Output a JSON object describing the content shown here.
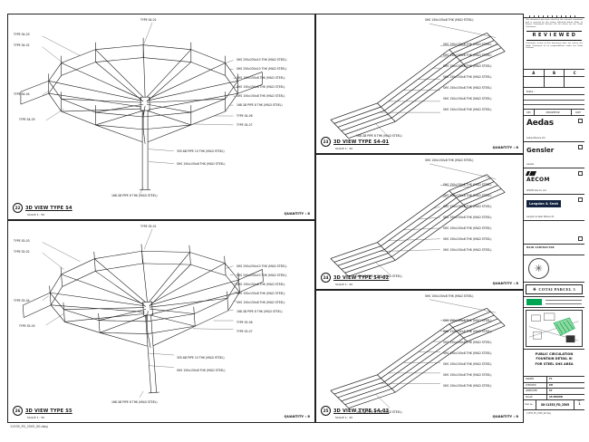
{
  "sheet": {
    "footer_note": "11535_FD_2505_SK.dwg"
  },
  "panels": [
    {
      "id": "22",
      "title": "3D VIEW TYPE S4",
      "scale": "SCALE 1 : 50",
      "quantity": "QUANTITY : 8",
      "labels": {
        "t1": "TYPE S4-01",
        "l1": "TYPE S4-03",
        "l2": "TYPE S4-02",
        "l3": "TYPE S4-04",
        "l4": "TYPE S4-05",
        "r1": "SHS 250x250x10 THK (MILD STEEL)",
        "r2": "SHS 250x250x10 THK (MILD STEEL)",
        "r3": "SHS 150x150x8 THK (MILD STEEL)",
        "r4": "SHS 150x150x8 THK (MILD STEEL)",
        "r5": "SHS 150x150x8 THK (MILD STEEL)",
        "r6": "168.3Ø PIPE 8 THK (MILD STEEL)",
        "r7": "TYPE S4-06",
        "r8": "TYPE S4-07",
        "b1": "355.6Ø PIPE 10 THK (MILD STEEL)",
        "b2": "SHS 150x150x8 THK (MILD STEEL)",
        "b3": "168.3Ø PIPE 8 THK (MILD STEEL)"
      }
    },
    {
      "id": "26",
      "title": "3D VIEW TYPE S5",
      "scale": "SCALE 1 : 50",
      "quantity": "QUANTITY : 8",
      "labels": {
        "t1": "TYPE S5-01",
        "l1": "TYPE S5-03",
        "l2": "TYPE S5-02",
        "l3": "TYPE S5-04",
        "l4": "TYPE S5-05",
        "r1": "SHS 250x250x10 THK (MILD STEEL)",
        "r2": "SHS 250x250x10 THK (MILD STEEL)",
        "r3": "SHS 150x150x8 THK (MILD STEEL)",
        "r4": "SHS 150x150x8 THK (MILD STEEL)",
        "r5": "SHS 150x150x8 THK (MILD STEEL)",
        "r6": "168.3Ø PIPE 8 THK (MILD STEEL)",
        "r7": "TYPE S5-06",
        "r8": "TYPE S5-07",
        "b1": "355.6Ø PIPE 10 THK (MILD STEEL)",
        "b2": "SHS 150x150x8 THK (MILD STEEL)",
        "b3": "168.3Ø PIPE 8 THK (MILD STEEL)"
      }
    },
    {
      "id": "23",
      "title": "3D VIEW TYPE S4-01",
      "scale": "SCALE 1 : 20",
      "quantity": "QUANTITY : 8",
      "labels": {
        "t1": "SHS 150x150x8 THK (MILD STEEL)",
        "r1": "SHS 150x150x8 THK (MILD STEEL)",
        "r2": "SHS 150x150x8 THK (MILD STEEL)",
        "r3": "SHS 150x150x8 THK (MILD STEEL)",
        "r4": "SHS 150x150x8 THK (MILD STEEL)",
        "r5": "SHS 150x150x8 THK (MILD STEEL)",
        "r6": "SHS 150x150x8 THK (MILD STEEL)",
        "r7": "SHS 150x150x8 THK (MILD STEEL)",
        "b1": "168.3Ø PIPE 8 THK (MILD STEEL)"
      }
    },
    {
      "id": "24",
      "title": "3D VIEW TYPE S4-02",
      "scale": "SCALE 1 : 20",
      "quantity": "QUANTITY : 8",
      "labels": {
        "t1": "SHS 150x150x8 THK (MILD STEEL)",
        "r1": "SHS 150x150x8 THK (MILD STEEL)",
        "r2": "SHS 150x150x8 THK (MILD STEEL)",
        "r3": "SHS 150x150x8 THK (MILD STEEL)",
        "r4": "SHS 150x150x8 THK (MILD STEEL)",
        "r5": "SHS 150x150x8 THK (MILD STEEL)",
        "r6": "SHS 150x150x8 THK (MILD STEEL)",
        "r7": "SHS 150x150x8 THK (MILD STEEL)",
        "b1": "168.3Ø PIPE 8 THK (MILD STEEL)"
      }
    },
    {
      "id": "25",
      "title": "3D VIEW TYPE S4-03",
      "scale": "SCALE 1 : 20",
      "quantity": "QUANTITY : 8",
      "labels": {
        "t1": "SHS 150x150x8 THK (MILD STEEL)",
        "r1": "SHS 150x150x8 THK (MILD STEEL)",
        "r2": "SHS 150x150x8 THK (MILD STEEL)",
        "r3": "SHS 150x150x8 THK (MILD STEEL)",
        "r4": "SHS 150x150x8 THK (MILD STEEL)",
        "r5": "SHS 150x150x8 THK (MILD STEEL)",
        "r6": "SHS 150x150x8 THK (MILD STEEL)",
        "r7": "SHS 150x150x8 THK (MILD STEEL)",
        "b1": "168.3Ø PIPE 8 THK (MILD STEEL)"
      }
    }
  ],
  "tb": {
    "reviewed": {
      "note1": "This document has been noted by the relevant consultant and is covered by the status indicated below. Refer to Project Procedures Section 5.4 for action by the Trade Contractor.",
      "stamp": "R E V I E W E D",
      "note2": "Consultant review of this document does not relieve the Trade Contractor of its responsibilities under the Trade Contract.",
      "cols": [
        "A",
        "B",
        "C"
      ],
      "date_label": "Date :"
    },
    "rev_head": [
      "REV",
      "DESCRIPTION",
      "DATE"
    ],
    "firms": [
      {
        "logo": "Aedas",
        "name": "Aedas (Macau) Ltd."
      },
      {
        "logo": "Gensler",
        "name": "Gensler"
      },
      {
        "logo": "AECOM",
        "name": "AECOM Asia Co. Ltd."
      },
      {
        "logo": "Langdon & Seah",
        "name": "Langdon & Seah Macau Ltd."
      }
    ],
    "contractor_label": "MAIN CONTRACTOR",
    "project": "COTAI PARCEL 3",
    "title_lines": [
      "PUBLIC CIRCULATION",
      "FOUNTAIN DETAIL III",
      "FOR STEEL SHS AREA"
    ],
    "info_rows": [
      {
        "label": "DRAWN",
        "value": "TC"
      },
      {
        "label": "CHECKED",
        "value": "KH"
      },
      {
        "label": "APPROVED",
        "value": "SY"
      },
      {
        "label": "SCALE",
        "value": "AS SHOWN"
      }
    ],
    "dwg_label": "DWG No.",
    "dwg_no": "SK-11535_FD_2505",
    "rev_label": "REV",
    "rev_no": "1",
    "footer": "11535_FD_2505_SK.dwg",
    "icons": {
      "seal": "✳",
      "crest": "❖"
    }
  }
}
